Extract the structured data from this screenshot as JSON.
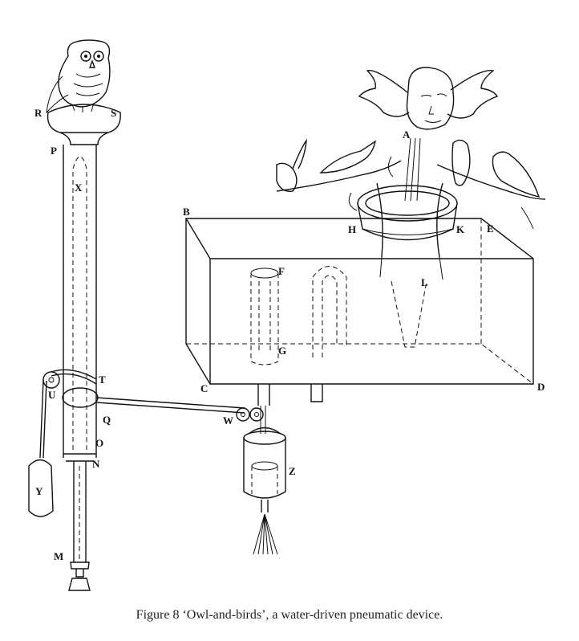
{
  "caption": "Figure 8  ‘Owl-and-birds’, a water-driven pneumatic device.",
  "labels": {
    "A": "A",
    "B": "B",
    "C": "C",
    "D": "D",
    "E": "E",
    "F": "F",
    "G": "G",
    "H": "H",
    "K": "K",
    "L": "L",
    "M": "M",
    "N": "N",
    "O": "O",
    "P": "P",
    "Q": "Q",
    "R": "R",
    "S": "S",
    "T": "T",
    "U": "U",
    "W": "W",
    "X": "X",
    "Y": "Y",
    "Z": "Z"
  }
}
